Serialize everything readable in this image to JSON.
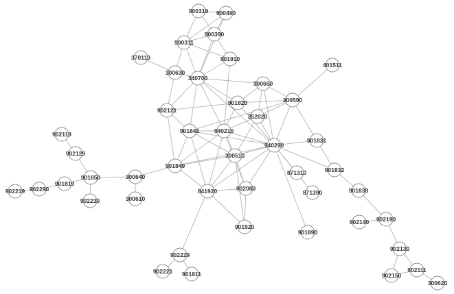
{
  "colors": {
    "edge": "#b9b9b9",
    "node_stroke": "#8a8a8a",
    "node_fill": "#ffffff",
    "label": "#333333"
  },
  "nodes": [
    {
      "id": "900319"
    },
    {
      "id": "900490"
    },
    {
      "id": "900390"
    },
    {
      "id": "900311"
    },
    {
      "id": "901910"
    },
    {
      "id": "370110"
    },
    {
      "id": "300630"
    },
    {
      "id": "340700"
    },
    {
      "id": "401511"
    },
    {
      "id": "300650"
    },
    {
      "id": "300590"
    },
    {
      "id": "901820"
    },
    {
      "id": "252020"
    },
    {
      "id": "902121"
    },
    {
      "id": "901841"
    },
    {
      "id": "940210"
    },
    {
      "id": "940290"
    },
    {
      "id": "901831"
    },
    {
      "id": "902119"
    },
    {
      "id": "902129"
    },
    {
      "id": "300510"
    },
    {
      "id": "901849"
    },
    {
      "id": "901832"
    },
    {
      "id": "871310"
    },
    {
      "id": "901850"
    },
    {
      "id": "300640"
    },
    {
      "id": "901819"
    },
    {
      "id": "902290"
    },
    {
      "id": "902219"
    },
    {
      "id": "841920"
    },
    {
      "id": "902080"
    },
    {
      "id": "871390"
    },
    {
      "id": "901839"
    },
    {
      "id": "902230"
    },
    {
      "id": "300610"
    },
    {
      "id": "902140"
    },
    {
      "id": "902190"
    },
    {
      "id": "901920"
    },
    {
      "id": "901890"
    },
    {
      "id": "902130"
    },
    {
      "id": "902229"
    },
    {
      "id": "902221"
    },
    {
      "id": "901811"
    },
    {
      "id": "902111"
    },
    {
      "id": "902150"
    },
    {
      "id": "300620"
    }
  ],
  "edges": [
    [
      "900319",
      "900490"
    ],
    [
      "900319",
      "900390"
    ],
    [
      "900319",
      "900311"
    ],
    [
      "900490",
      "900390"
    ],
    [
      "900490",
      "900311"
    ],
    [
      "900390",
      "900311"
    ],
    [
      "900311",
      "300630"
    ],
    [
      "900311",
      "340700"
    ],
    [
      "900311",
      "901910"
    ],
    [
      "900390",
      "901910"
    ],
    [
      "900390",
      "340700"
    ],
    [
      "900490",
      "340700"
    ],
    [
      "370110",
      "300630"
    ],
    [
      "300630",
      "340700"
    ],
    [
      "300630",
      "902121"
    ],
    [
      "340700",
      "901910"
    ],
    [
      "340700",
      "300650"
    ],
    [
      "340700",
      "901820"
    ],
    [
      "340700",
      "902121"
    ],
    [
      "340700",
      "901841"
    ],
    [
      "340700",
      "940210"
    ],
    [
      "340700",
      "940290"
    ],
    [
      "901910",
      "940210"
    ],
    [
      "300650",
      "300590"
    ],
    [
      "300650",
      "901820"
    ],
    [
      "300650",
      "252020"
    ],
    [
      "300650",
      "940290"
    ],
    [
      "300590",
      "401511"
    ],
    [
      "300590",
      "901820"
    ],
    [
      "300590",
      "252020"
    ],
    [
      "300590",
      "940290"
    ],
    [
      "300590",
      "901831"
    ],
    [
      "300590",
      "901841"
    ],
    [
      "902121",
      "901841"
    ],
    [
      "902121",
      "901849"
    ],
    [
      "902121",
      "901820"
    ],
    [
      "901841",
      "940210"
    ],
    [
      "901841",
      "901849"
    ],
    [
      "901841",
      "841920"
    ],
    [
      "901841",
      "300510"
    ],
    [
      "940210",
      "252020"
    ],
    [
      "940210",
      "901820"
    ],
    [
      "940210",
      "300510"
    ],
    [
      "940210",
      "940290"
    ],
    [
      "940210",
      "841920"
    ],
    [
      "940210",
      "902080"
    ],
    [
      "940210",
      "901849"
    ],
    [
      "252020",
      "940290"
    ],
    [
      "252020",
      "300510"
    ],
    [
      "940290",
      "901831"
    ],
    [
      "940290",
      "300510"
    ],
    [
      "940290",
      "901849"
    ],
    [
      "940290",
      "841920"
    ],
    [
      "940290",
      "902080"
    ],
    [
      "940290",
      "871310"
    ],
    [
      "940290",
      "871390"
    ],
    [
      "940290",
      "901890"
    ],
    [
      "940290",
      "901832"
    ],
    [
      "940290",
      "901841"
    ],
    [
      "901831",
      "901832"
    ],
    [
      "901832",
      "901839"
    ],
    [
      "901839",
      "902190"
    ],
    [
      "902190",
      "902140"
    ],
    [
      "902190",
      "902130"
    ],
    [
      "902130",
      "902111"
    ],
    [
      "902130",
      "902150"
    ],
    [
      "902111",
      "300620"
    ],
    [
      "902111",
      "902150"
    ],
    [
      "300510",
      "901849"
    ],
    [
      "300510",
      "841920"
    ],
    [
      "300510",
      "902080"
    ],
    [
      "300510",
      "901920"
    ],
    [
      "901849",
      "841920"
    ],
    [
      "901849",
      "300640"
    ],
    [
      "841920",
      "902080"
    ],
    [
      "841920",
      "901920"
    ],
    [
      "841920",
      "902229"
    ],
    [
      "902080",
      "901920"
    ],
    [
      "300640",
      "300610"
    ],
    [
      "300640",
      "901850"
    ],
    [
      "901850",
      "902129"
    ],
    [
      "901850",
      "901819"
    ],
    [
      "901850",
      "902230"
    ],
    [
      "902119",
      "902129"
    ],
    [
      "901819",
      "902290"
    ],
    [
      "902290",
      "902219"
    ],
    [
      "902229",
      "902221"
    ],
    [
      "902229",
      "901811"
    ],
    [
      "901820",
      "940290"
    ]
  ]
}
